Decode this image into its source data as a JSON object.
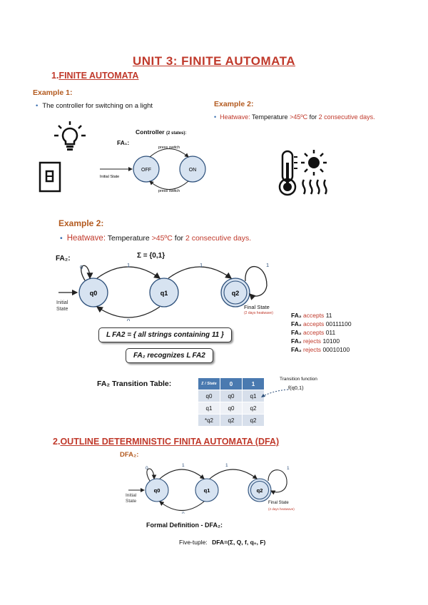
{
  "title": "UNIT 3: FINITE AUTOMATA",
  "section1": {
    "number": "1.",
    "heading": "FINITE AUTOMATA"
  },
  "example1": {
    "label": "Example 1:",
    "bullet": "The controller for switching on a light",
    "diagram_title": "Controller",
    "diagram_sub": "(2 states):",
    "fa_label": "FA₁:",
    "off": "OFF",
    "on": "ON",
    "initial": "Initial State",
    "press_top": "press switch",
    "press_bottom": "press switch"
  },
  "example2_small": {
    "label": "Example 2:",
    "heatwave": "Heatwave:",
    "text1": " Temperature ",
    "temp": ">45ºC",
    "text2": " for ",
    "days": "2 consecutive days."
  },
  "example2": {
    "label": "Example 2:",
    "heatwave": "Heatwave:",
    "text1": " Temperature ",
    "temp": ">45ºC",
    "text2": " for ",
    "days": "2 consecutive days.",
    "fa2": "FA₂:",
    "sigma": "Σ = {0,1}",
    "states": [
      "q0",
      "q1",
      "q2"
    ],
    "initial_line1": "Initial",
    "initial_line2": "State",
    "final": "Final State",
    "final_sub": "(2 days heatwave)",
    "edge_0": "0",
    "edge_1": "1",
    "language": "L FA2 = { all strings containing 11 }",
    "recognizes": "FA₂ recognizes L FA2",
    "results": [
      {
        "fa": "FA₂",
        "verb": "accepts",
        "str": "11"
      },
      {
        "fa": "FA₂",
        "verb": "accepts",
        "str": "00111100"
      },
      {
        "fa": "FA₂",
        "verb": "accepts",
        "str": "011"
      },
      {
        "fa": "FA₂",
        "verb": "rejects",
        "str": "10100"
      },
      {
        "fa": "FA₂",
        "verb": "rejects",
        "str": "00010100"
      }
    ],
    "table_title": "FA₂ Transition Table:",
    "table_head": [
      "Σ / State",
      "0",
      "1"
    ],
    "table_rows": [
      [
        "q0",
        "q0",
        "q1"
      ],
      [
        "q1",
        "q0",
        "q2"
      ],
      [
        "*q2",
        "q2",
        "q2"
      ]
    ],
    "transition_fn": "Transition function",
    "transition_val": "f(q0,1)"
  },
  "section2": {
    "number": "2.",
    "heading": "OUTLINE DETERMINISTIC FINITA AUTOMATA (DFA)"
  },
  "dfa": {
    "label": "DFA₂:",
    "formal": "Formal Definition - DFA₂:",
    "five": "Five-tuple:",
    "tuple": "DFA=(Σ, Q, f, q₀, F)",
    "final": "Final State",
    "final_sub": "(2 days heatwave)",
    "initial_line1": "Initial",
    "initial_line2": "State"
  }
}
